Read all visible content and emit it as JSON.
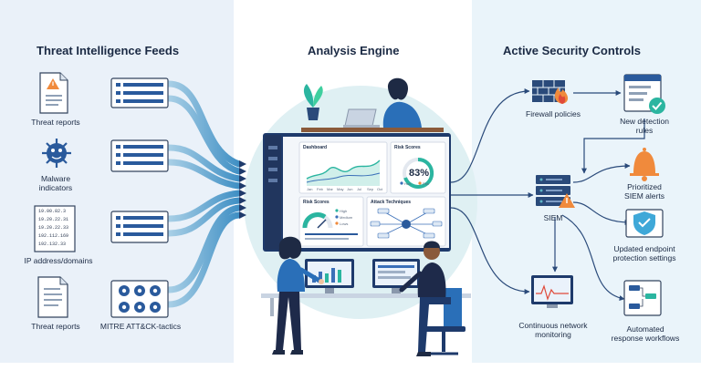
{
  "sections": {
    "threat_intel": "Threat Intelligence Feeds",
    "analysis": "Analysis Engine",
    "controls": "Active Security Controls"
  },
  "feeds": {
    "threat_reports_1": "Threat reports",
    "malware_line1": "Malware",
    "malware_line2": "indicators",
    "ip_domains": "IP address/domains",
    "threat_reports_2": "Threat reports",
    "mitre": "MITRE ATT&CK-tactics",
    "ip_list": [
      "19.00.82.3",
      "19.20.22.31",
      "19.20.22.33",
      "192.112.169",
      "192.132.33"
    ]
  },
  "dashboard": {
    "dashboard_title": "Dashboard",
    "risk_scores_title": "Risk Scores",
    "risk_pct": "83%",
    "risk_legend_1": "Hon",
    "risk_legend_2": "Pak",
    "risk_scores_title_2": "Risk Scores",
    "gauge_legend": [
      "High",
      "Medium",
      "Lows"
    ],
    "attack_title": "Attack Techniques",
    "months": [
      "Jan",
      "Feb",
      "Mar",
      "May",
      "Jun",
      "Jul",
      "Sep",
      "Oct"
    ]
  },
  "controls": {
    "firewall": "Firewall policies",
    "detection_line1": "New detection",
    "detection_line2": "rules",
    "siem": "SIEM",
    "siem_alerts_line1": "Prioritized",
    "siem_alerts_line2": "SIEM alerts",
    "endpoint_line1": "Updated endpoint",
    "endpoint_line2": "protection settings",
    "monitoring_line1": "Continuous network",
    "monitoring_line2": "monitoring",
    "workflows_line1": "Automated",
    "workflows_line2": "response workflows"
  },
  "colors": {
    "left_bg": "#eaf1f9",
    "mid_bg": "#ffffff",
    "right_bg": "#eaf4fa",
    "navy": "#1e3a6b",
    "blue": "#3a6fb8",
    "teal": "#5fb6c6",
    "orange": "#f08a3c",
    "red": "#e04a3a",
    "green": "#2bb5a0"
  }
}
